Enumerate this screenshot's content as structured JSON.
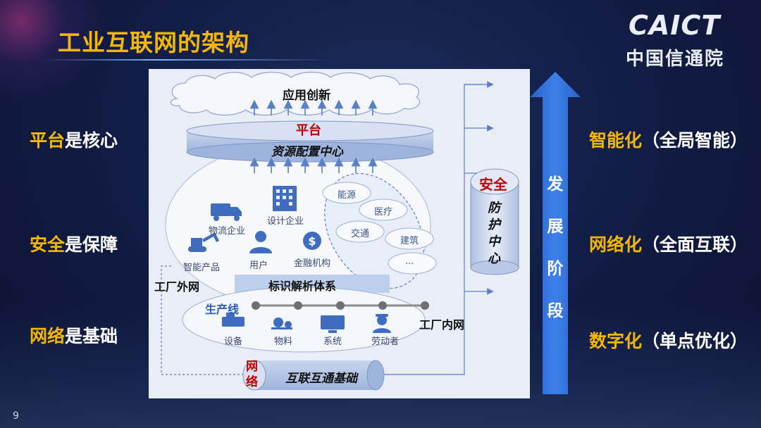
{
  "title": "工业互联网的架构",
  "logo": {
    "en": "CAICT",
    "cn": "中国信通院"
  },
  "left_labels": [
    {
      "highlight": "平台",
      "rest": "是核心"
    },
    {
      "highlight": "安全",
      "rest": "是保障"
    },
    {
      "highlight": "网络",
      "rest": "是基础"
    }
  ],
  "right_labels": [
    {
      "highlight": "智能化",
      "rest": "（全局智能）"
    },
    {
      "highlight": "网络化",
      "rest": "（全面互联）"
    },
    {
      "highlight": "数字化",
      "rest": "（单点优化）"
    }
  ],
  "stage_arrow": [
    "发",
    "展",
    "阶",
    "段"
  ],
  "diagram": {
    "cloud": "应用创新",
    "platform_title": "平台",
    "platform_sub": "资源配置中心",
    "security_title": "安全",
    "security_sub": [
      "防",
      "护",
      "中",
      "心"
    ],
    "enterprises": [
      "物流企业",
      "设计企业",
      "智能产品",
      "用户",
      "金融机构"
    ],
    "industries": [
      "能源",
      "医疗",
      "交通",
      "建筑",
      "..."
    ],
    "outer_net": "工厂外网",
    "identifier": "标识解析体系",
    "production_line": "生产线",
    "factory_items": [
      "设备",
      "物料",
      "系统",
      "劳动者"
    ],
    "inner_net": "工厂内网",
    "network_title": [
      "网",
      "络"
    ],
    "network_sub": "互联互通基础"
  },
  "colors": {
    "accent": "#f5b700",
    "red": "#c00000",
    "arrow": "#2f6fd6"
  },
  "page_number": "9"
}
